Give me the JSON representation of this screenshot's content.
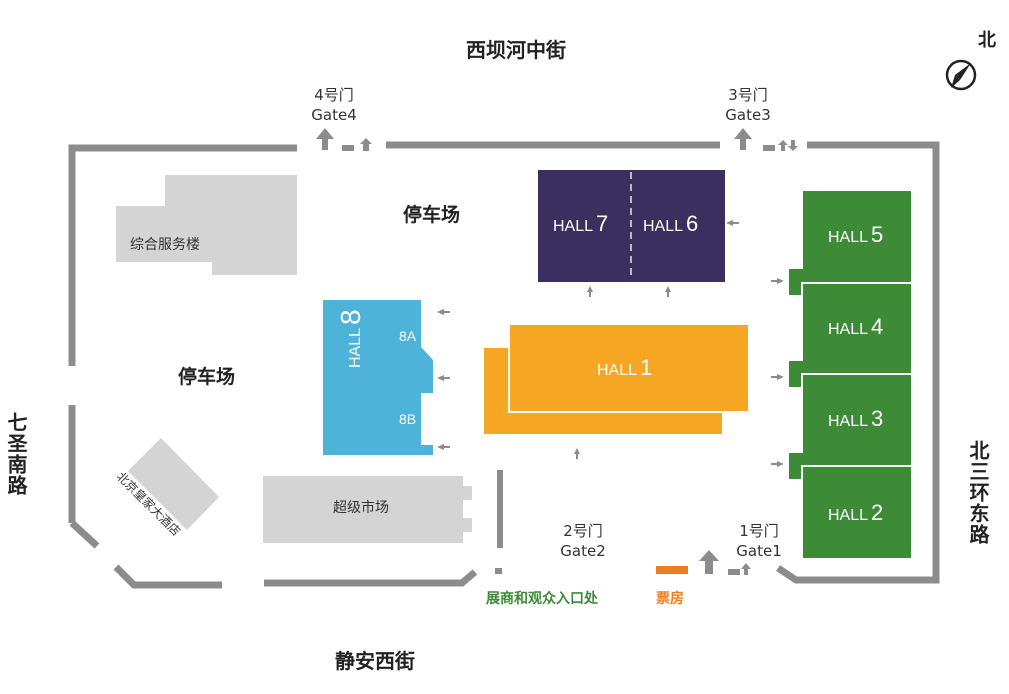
{
  "streets": {
    "north": "西坝河中街",
    "south": "静安西街",
    "west": "七圣南路",
    "east": "北三环东路"
  },
  "compass": {
    "label": "北"
  },
  "gates": [
    {
      "cn": "4号门",
      "en": "Gate4"
    },
    {
      "cn": "3号门",
      "en": "Gate3"
    },
    {
      "cn": "2号门",
      "en": "Gate2"
    },
    {
      "cn": "1号门",
      "en": "Gate1"
    }
  ],
  "halls": {
    "h1": {
      "word": "HALL",
      "num": "1"
    },
    "h2": {
      "word": "HALL",
      "num": "2"
    },
    "h3": {
      "word": "HALL",
      "num": "3"
    },
    "h4": {
      "word": "HALL",
      "num": "4"
    },
    "h5": {
      "word": "HALL",
      "num": "5"
    },
    "h6": {
      "word": "HALL",
      "num": "6"
    },
    "h7": {
      "word": "HALL",
      "num": "7"
    },
    "h8": {
      "word": "HALL",
      "num": "8",
      "sub_a": "8A",
      "sub_b": "8B"
    }
  },
  "buildings": {
    "service": "综合服务楼",
    "supermarket": "超级市场",
    "hotel": "北京皇家大酒店"
  },
  "parking": {
    "north": "停车场",
    "west": "停车场"
  },
  "notes": {
    "entrance": "展商和观众入口处",
    "ticket": "票房"
  },
  "colors": {
    "hall_purple": "#3a2f5e",
    "hall_green": "#3d8b37",
    "hall_orange": "#f5a623",
    "hall_blue": "#4db3d8",
    "building_gray": "#d4d4d4",
    "wall_gray": "#8c8c8c",
    "ticket_orange": "#ef7d21"
  }
}
